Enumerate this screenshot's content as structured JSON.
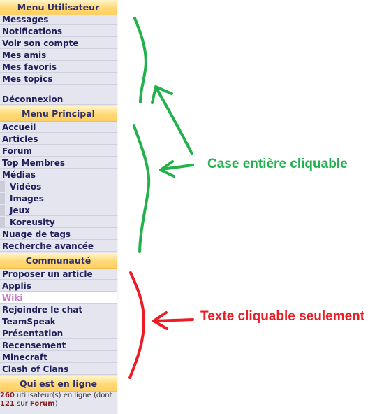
{
  "sidebar": {
    "sections": [
      {
        "title": "Menu Utilisateur",
        "items": [
          "Messages",
          "Notifications",
          "Voir son compte",
          "Mes amis",
          "Mes favoris",
          "Mes topics",
          "",
          "Déconnexion"
        ]
      },
      {
        "title": "Menu Principal",
        "items": [
          "Accueil",
          "Articles",
          "Forum",
          "Top Membres",
          "Médias",
          "Vidéos",
          "Images",
          "Jeux",
          "Koreusity",
          "Nuage de tags",
          "Recherche avancée"
        ]
      },
      {
        "title": "Communauté",
        "items": [
          "Proposer un article",
          "Applis",
          "Wiki",
          "Rejoindre le chat",
          "TeamSpeak",
          "Présentation",
          "Recensement",
          "Minecraft",
          "Clash of Clans"
        ]
      },
      {
        "title": "Qui est en ligne"
      }
    ],
    "online": {
      "count": "260",
      "count_suffix": " utilisateur(s) en ligne (dont",
      "forum_count": "121",
      "forum_mid": " sur ",
      "forum_link": "Forum",
      "forum_end": ")"
    }
  },
  "annotations": {
    "green_label": "Case entière cliquable",
    "red_label": "Texte cliquable seulement",
    "green_color": "#22b14c",
    "red_color": "#ed1c24"
  }
}
